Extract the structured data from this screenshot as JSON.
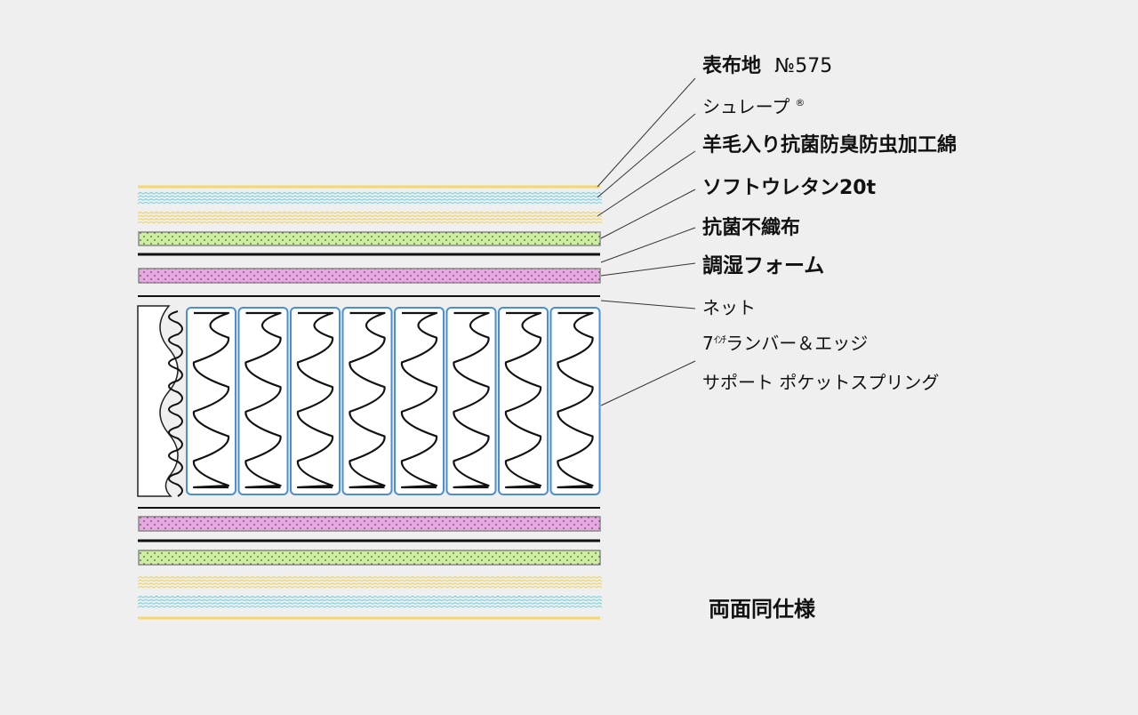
{
  "labels": {
    "fabric": "表布地",
    "fabric_no": "№575",
    "surepu": "シュレープ",
    "registered": "®",
    "wool_cotton": "羊毛入り抗菌防臭防虫加工綿",
    "soft_urethane": "ソフトウレタン20t",
    "antibac_nonwoven": "抗菌不織布",
    "humidity_foam": "調湿フォーム",
    "net": "ネット",
    "spring_line1_num": "7",
    "spring_line1_small": "ｲﾝﾁ",
    "spring_line1_rest": "ランバー＆エッジ",
    "spring_line2": "サポート ポケットスプリング",
    "both_sides": "両面同仕様"
  },
  "colors": {
    "yellow": "#f5d76e",
    "cyan_wave": "#7fd3df",
    "yellow_wave": "#eed36a",
    "green_dots": "#ccee9e",
    "pink_dots": "#e8a6e2",
    "spring_blue": "#4a8fd0",
    "line_black": "#111111",
    "background": "#efefef"
  },
  "icons": {
    "spring": "coil-spring-icon",
    "edge": "edge-support-icon"
  },
  "diagram": {
    "pocket_spring_count": 8
  }
}
